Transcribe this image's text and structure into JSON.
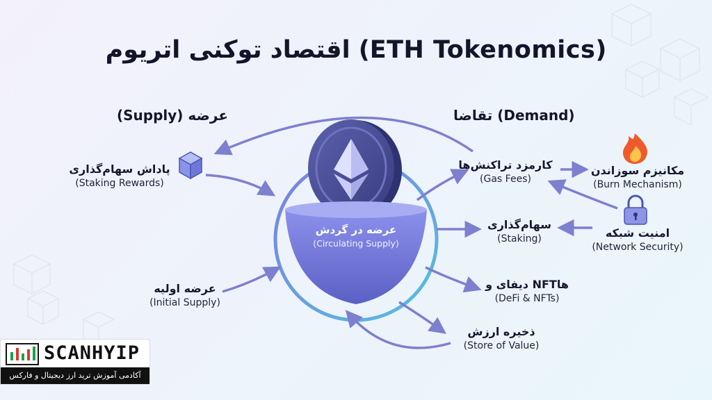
{
  "title": "اقتصاد توکنی اتریوم (ETH Tokenomics)",
  "supply_heading": "(Supply) عرضه",
  "demand_heading": "تقاضا (Demand)",
  "center": {
    "fa": "عرضه در گردش",
    "en": "(Circulating Supply)"
  },
  "supply_items": [
    {
      "fa": "پاداش سهام‌گذاری",
      "en": "(Staking Rewards)",
      "icon": "cube-icon"
    },
    {
      "fa": "عرضه اولیه",
      "en": "(Initial Supply)"
    }
  ],
  "demand_items": [
    {
      "fa": "کارمزد تراکنش‌ها",
      "en": "(Gas Fees)"
    },
    {
      "fa": "سهام‌گذاری",
      "en": "(Staking)"
    },
    {
      "fa": "دیفای و NFTها",
      "en": "(DeFi & NFTs)"
    },
    {
      "fa": "ذخیره ارزش",
      "en": "(Store of Value)"
    }
  ],
  "side_items": [
    {
      "fa": "مکانیزم سوزاندن",
      "en": "(Burn Mechanism)",
      "icon": "flame-icon"
    },
    {
      "fa": "امنیت شبکه",
      "en": "(Network Security)",
      "icon": "lock-icon"
    }
  ],
  "logo": {
    "name": "SCANHYIP",
    "tagline": "آکادمی آموزش ترید ارز دیجیتال و فارکس"
  },
  "colors": {
    "arrow": "#7d7fcf",
    "bowl": "#6e74d6",
    "coin": "#4b4f9a",
    "title": "#14142a"
  }
}
